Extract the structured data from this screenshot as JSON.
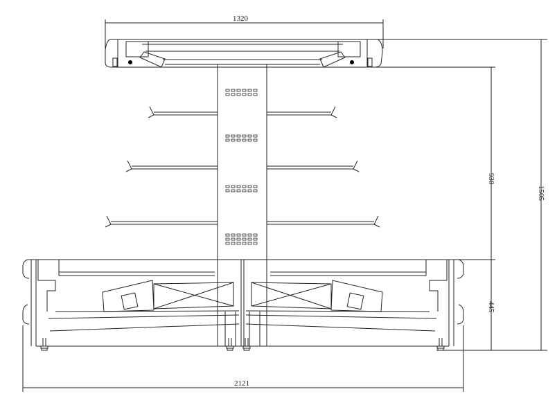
{
  "drawing": {
    "title": "Island display case - front elevation",
    "dimensions": {
      "top_width": "1320",
      "upper_height": "930",
      "total_height": "1505",
      "base_height": "445",
      "total_width": "2121"
    },
    "line_color": "#222222",
    "background": "#ffffff"
  }
}
